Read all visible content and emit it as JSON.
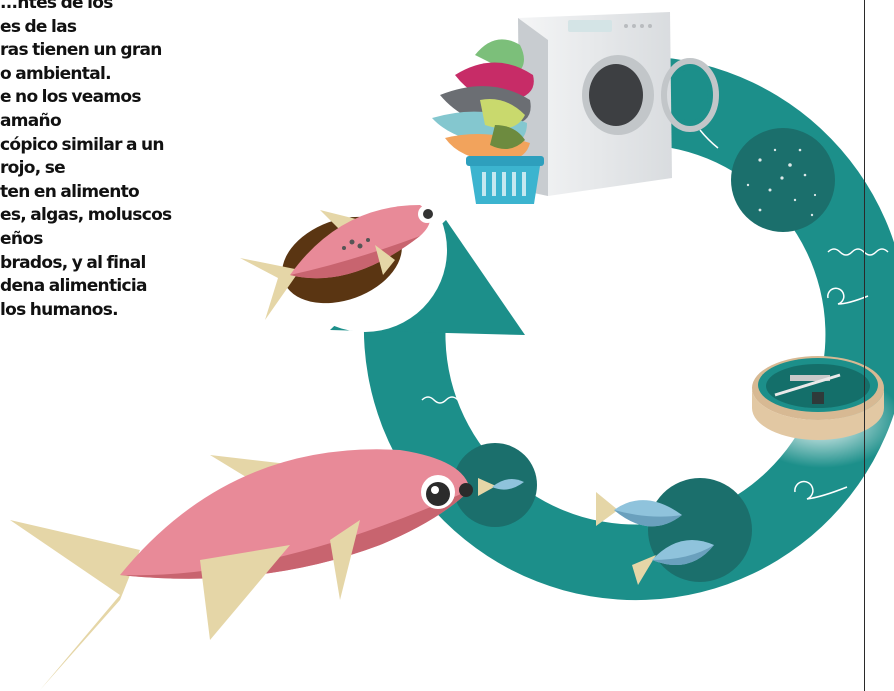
{
  "intro_lines": [
    "...ntes de los",
    "es de las",
    "ras tienen un gran",
    "o ambiental.",
    "e no los veamos",
    "amaño",
    "cópico similar a un",
    "rojo, se",
    "ten en alimento",
    "es, algas, moluscos",
    "eños",
    "brados, y al final",
    "dena alimenticia",
    "los humanos."
  ],
  "colors": {
    "cycle_teal": "#1c8f8a",
    "dark_circle": "#1b6f6c",
    "fish_pink": "#e88a98",
    "fish_dark_pink": "#c8646f",
    "fin_tan": "#e5d6a7",
    "washer_white": "#eceef0",
    "basket_blue": "#3cb4cf"
  },
  "icons": [
    "washing-machine-icon",
    "laundry-pile-icon",
    "laundry-basket-icon",
    "microplastics-circle-icon",
    "water-treatment-tank-icon",
    "small-fish-icon",
    "big-fish-icon",
    "cycle-arrow-icon"
  ]
}
